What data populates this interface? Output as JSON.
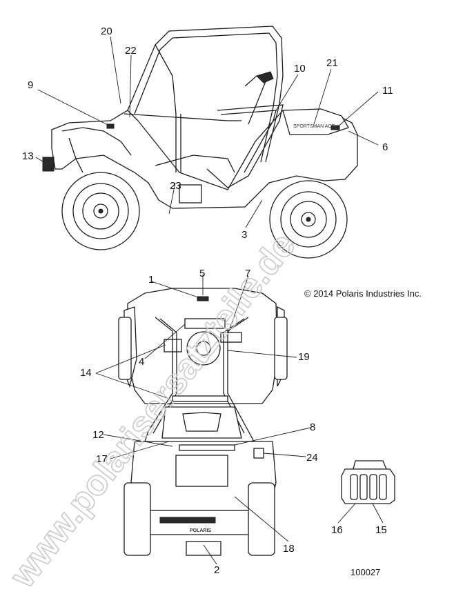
{
  "copyright": "© 2014 Polaris Industries Inc.",
  "document_number": "100027",
  "watermark": "www.polarisersatzteile.de",
  "decal_texts": {
    "side_panel": "SPORTSMAN ACE",
    "hood": "POLARIS"
  },
  "callouts": [
    "20",
    "22",
    "9",
    "13",
    "10",
    "21",
    "11",
    "6",
    "23",
    "3",
    "1",
    "5",
    "7",
    "14",
    "4",
    "19",
    "12",
    "8",
    "17",
    "24",
    "18",
    "2",
    "16",
    "15"
  ]
}
